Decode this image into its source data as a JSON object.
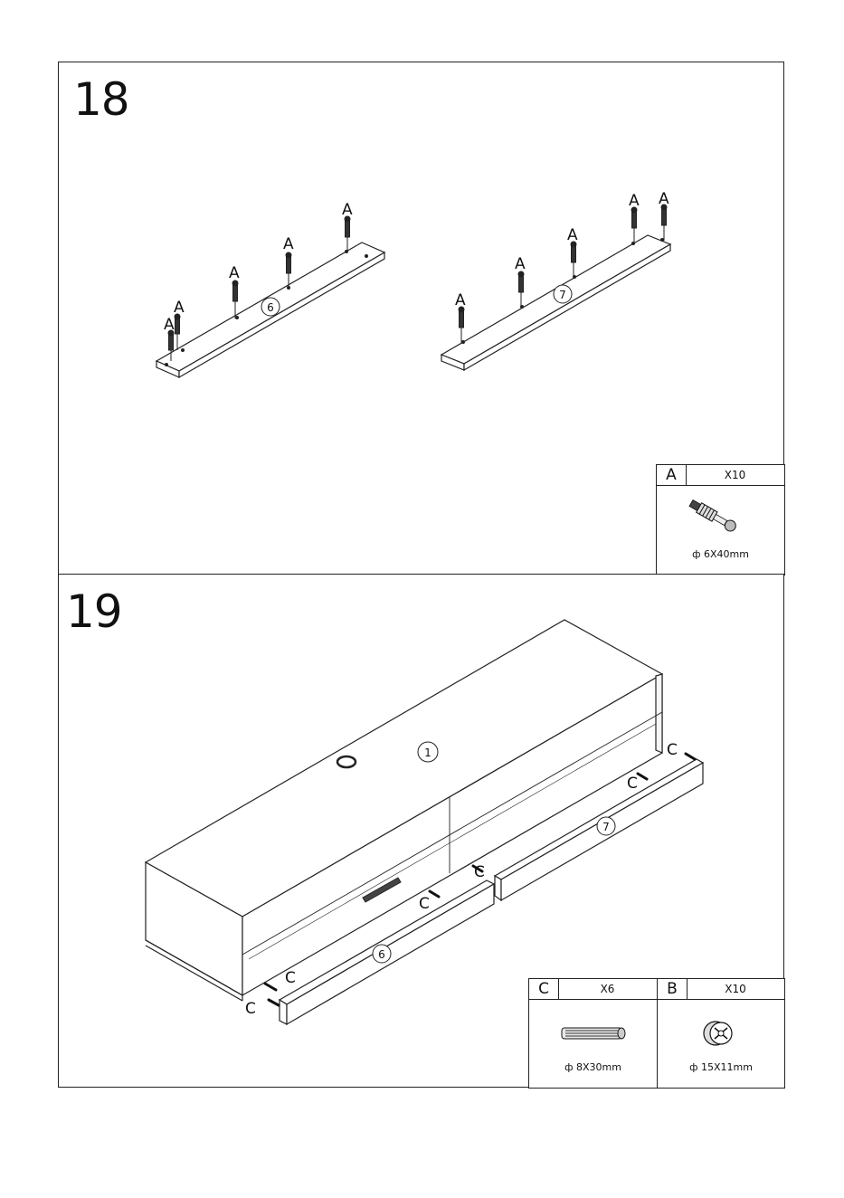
{
  "steps": [
    {
      "number": "18",
      "board_labels": [
        "6",
        "7"
      ],
      "fastener_label": "A",
      "parts": [
        {
          "letter": "A",
          "quantity": "X10",
          "dimension": "ф 6X40mm",
          "icon": "cam-bolt-icon"
        }
      ]
    },
    {
      "number": "19",
      "board_labels": [
        "1",
        "6",
        "7"
      ],
      "fastener_label": "C",
      "parts": [
        {
          "letter": "C",
          "quantity": "X6",
          "dimension": "ф 8X30mm",
          "icon": "wood-dowel-icon"
        },
        {
          "letter": "B",
          "quantity": "X10",
          "dimension": "ф 15X11mm",
          "icon": "cam-lock-icon"
        }
      ]
    }
  ]
}
